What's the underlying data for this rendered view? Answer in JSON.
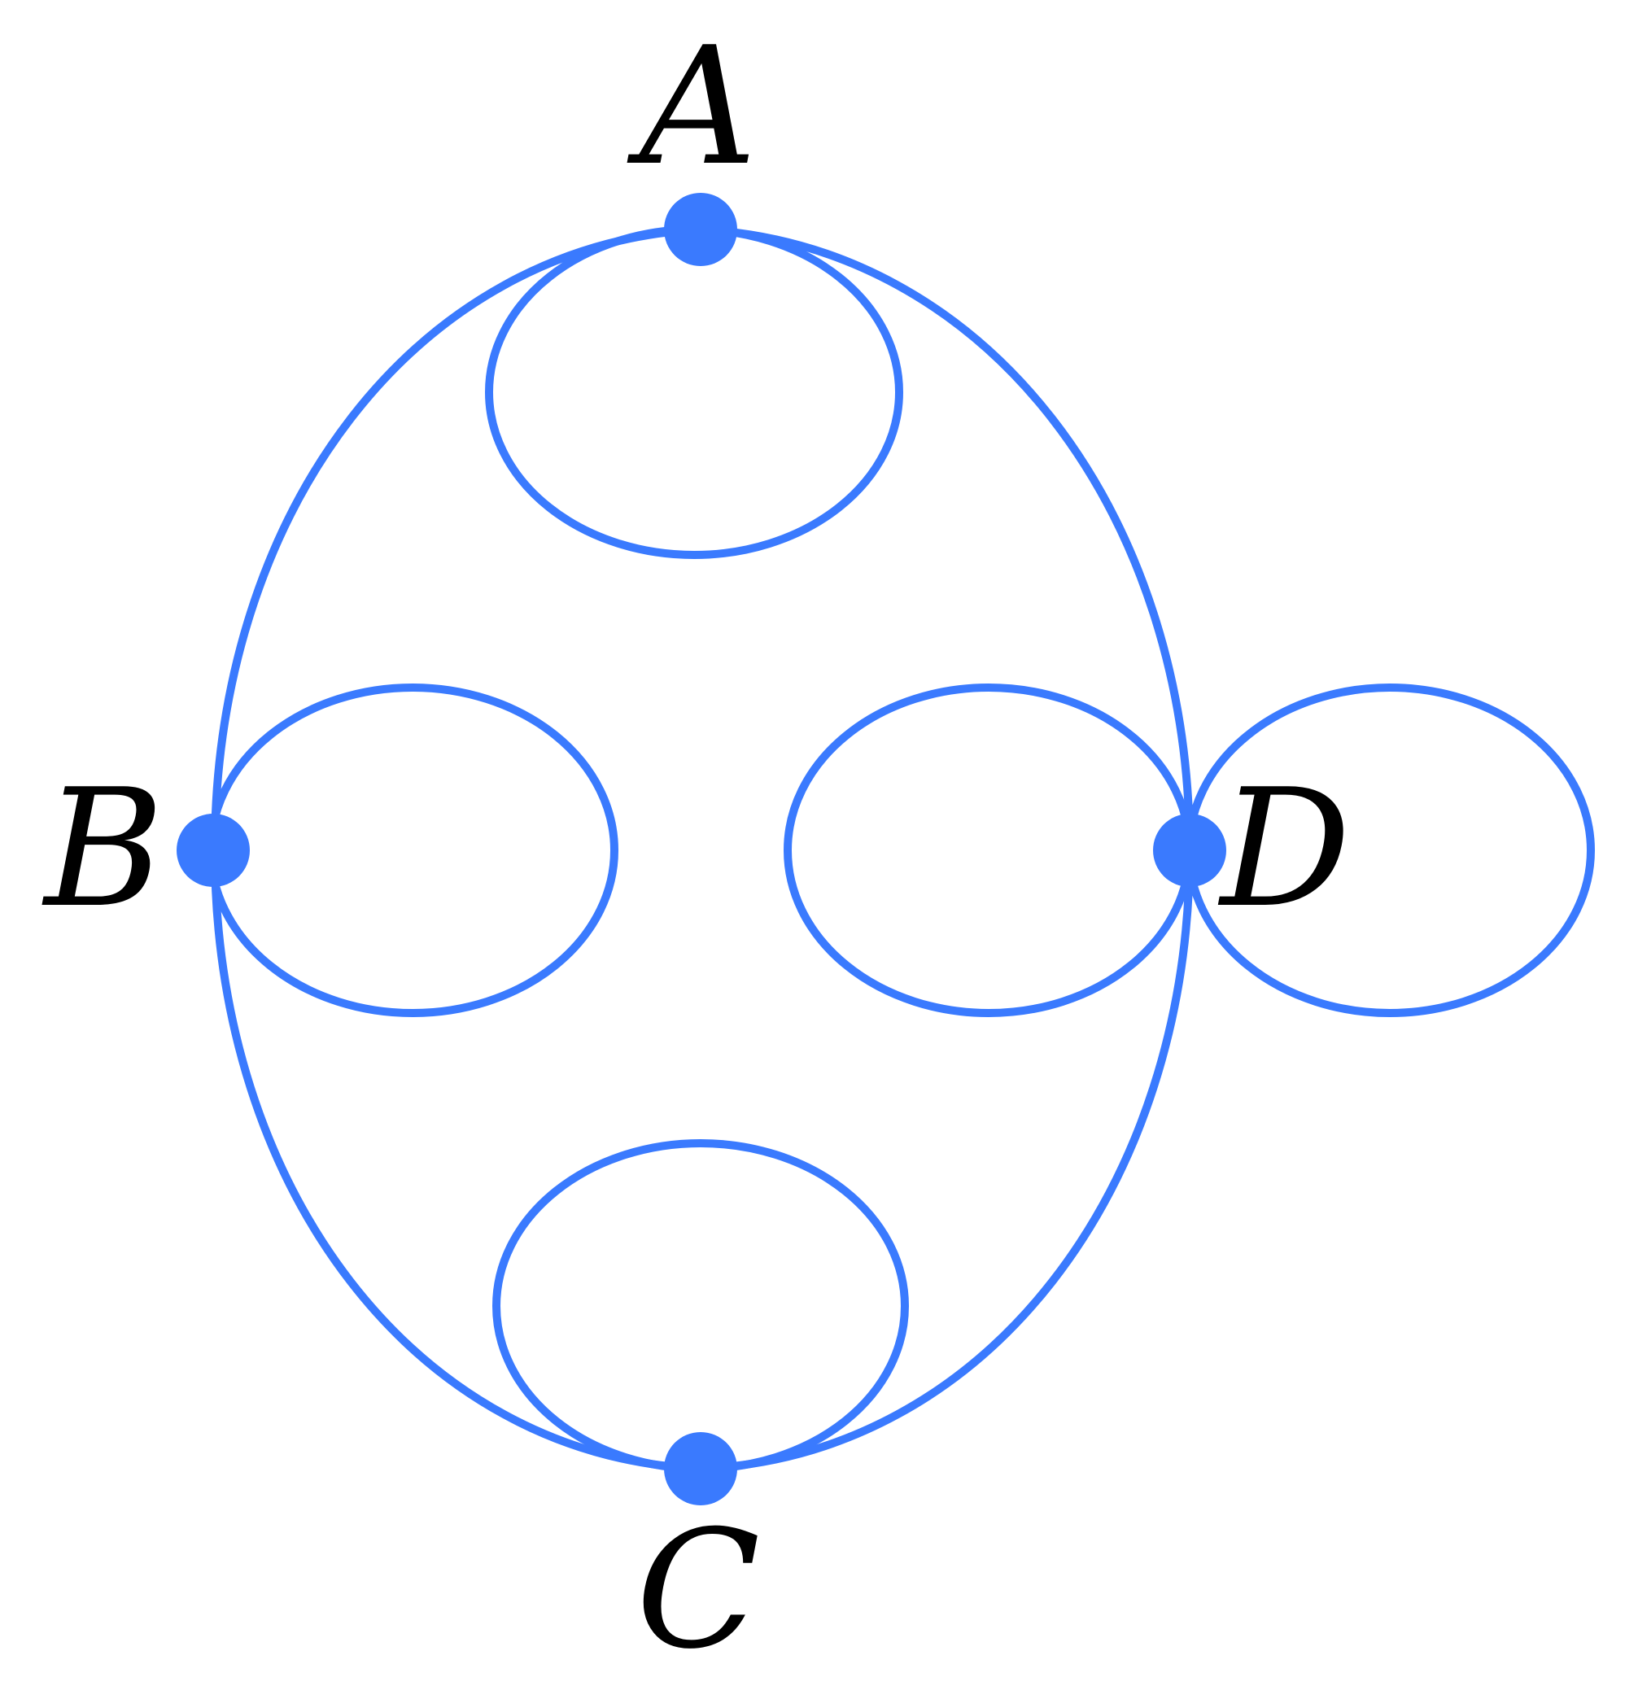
{
  "colors": {
    "edge": "#3a7afe",
    "vertex": "#3a7afe",
    "label": "#000000"
  },
  "vertices": [
    {
      "id": "A",
      "label": "A"
    },
    {
      "id": "B",
      "label": "B"
    },
    {
      "id": "C",
      "label": "C"
    },
    {
      "id": "D",
      "label": "D"
    }
  ],
  "edges": [
    {
      "from": "A",
      "to": "B"
    },
    {
      "from": "B",
      "to": "C"
    },
    {
      "from": "A",
      "to": "D"
    },
    {
      "from": "D",
      "to": "C"
    },
    {
      "from": "A",
      "to": "A",
      "type": "loop"
    },
    {
      "from": "B",
      "to": "B",
      "type": "loop"
    },
    {
      "from": "D",
      "to": "D",
      "type": "loop"
    },
    {
      "from": "D",
      "to": "D",
      "type": "loop"
    },
    {
      "from": "C",
      "to": "C",
      "type": "loop"
    }
  ]
}
